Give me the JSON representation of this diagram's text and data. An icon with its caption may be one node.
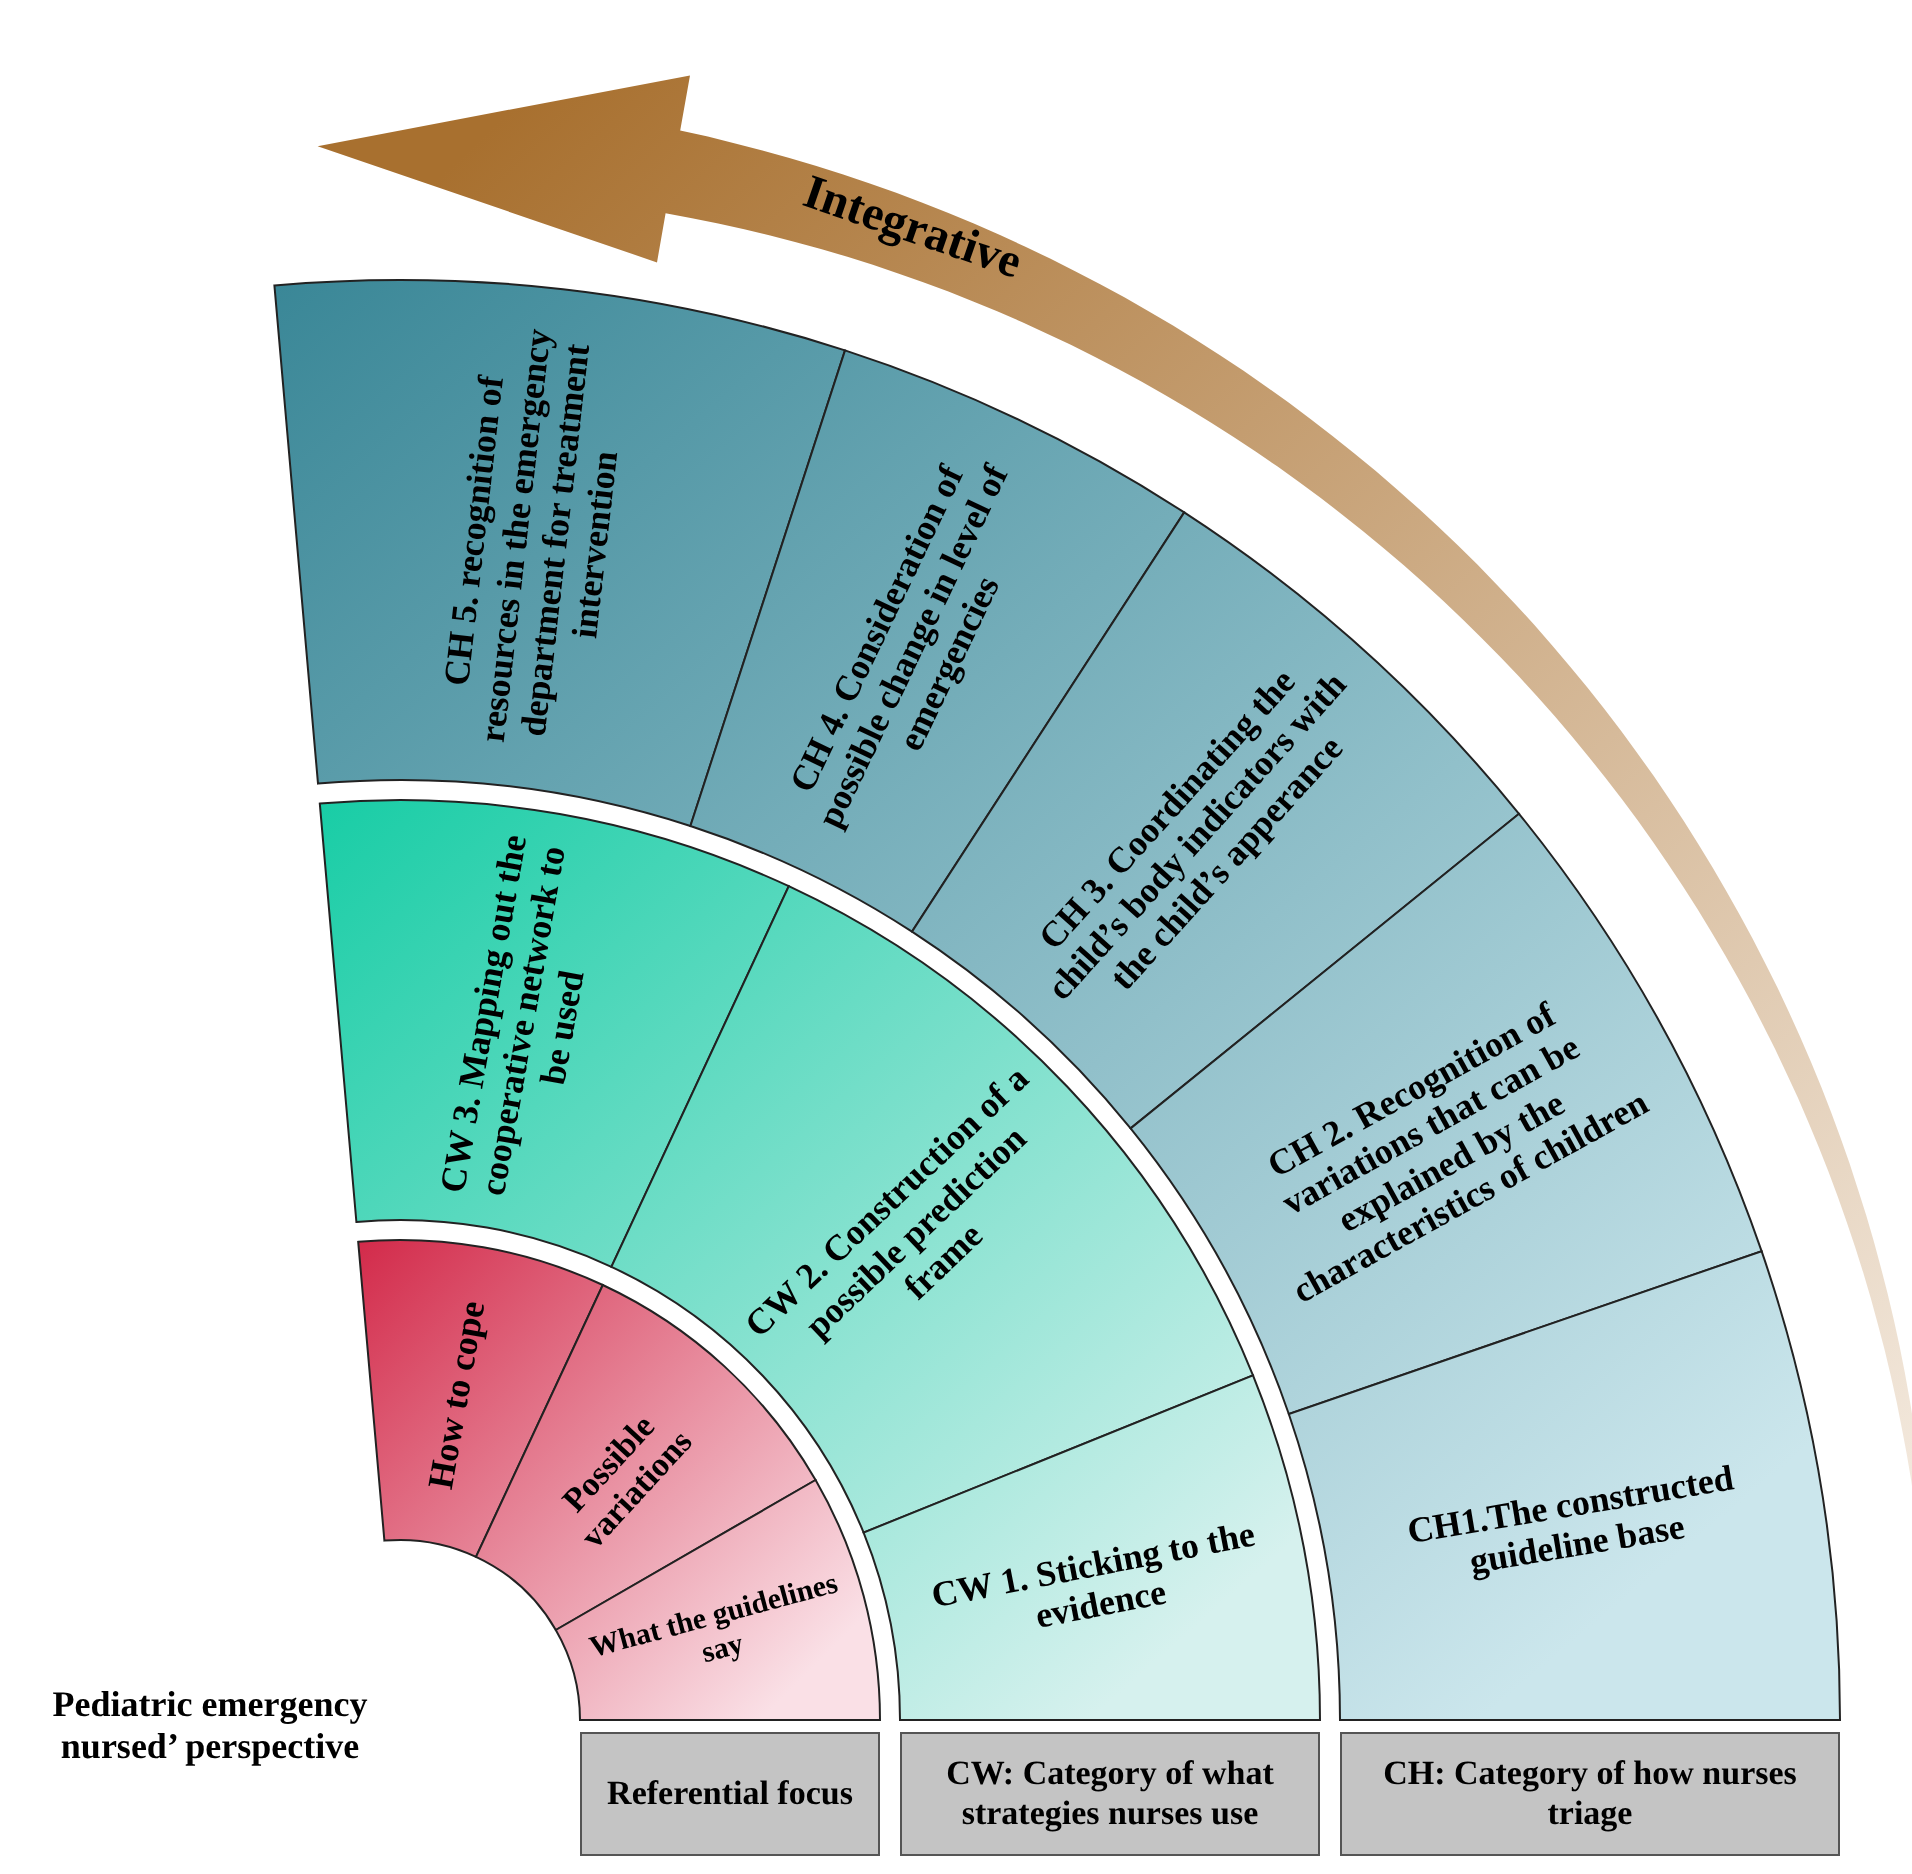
{
  "diagram": {
    "nodes": [
      {
        "text": [
          "CH 5. recognition of resources in the emergency department for treatment intervention"
        ]
      },
      {
        "text": [
          "CH 4. Consideration of possible change in level of emergencies"
        ]
      },
      {
        "text": [
          "CH 3. Coordinating the child’s body indicators with the child’s apperance"
        ]
      },
      {
        "text": [
          "CH 2. Recognition of variations that can be explained by the characteristics of children"
        ]
      },
      {
        "text": [
          "CH1.The constructed guideline base"
        ]
      },
      {
        "text": [
          "CW 3. Mapping out the cooperative network to be used"
        ]
      },
      {
        "text": [
          "CW 2. Construction of a possible prediction frame"
        ]
      },
      {
        "text": [
          "CW 1. Sticking to the evidence"
        ]
      },
      {
        "text": [
          "How to cope"
        ]
      },
      {
        "text": [
          "Possible variations"
        ]
      },
      {
        "text": [
          "What the guidelines say"
        ]
      },
      {
        "text": [
          "Referential focus"
        ]
      },
      {
        "text": [
          "CW: Category of what strategies nurses use"
        ]
      },
      {
        "text": [
          "CH: Category of how nurses triage"
        ]
      }
    ],
    "labels": [
      "Integrative",
      "Pediatric emergency nursed’ perspective"
    ]
  }
}
